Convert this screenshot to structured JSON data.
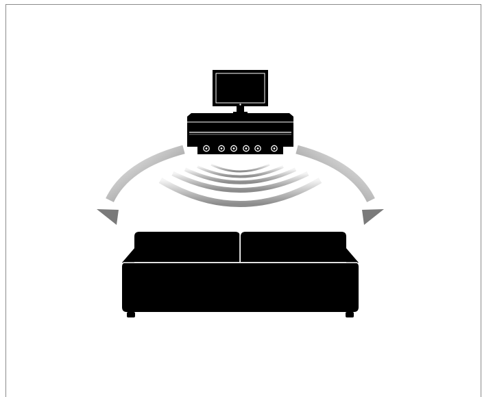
{
  "illustration": {
    "subject": "soundbar-surround-sound-setup",
    "icons": [
      "tv-icon",
      "soundbar-icon",
      "sound-wave-icon",
      "left-arrow-icon",
      "right-arrow-icon",
      "sofa-icon"
    ],
    "colors": {
      "background": "#ffffff",
      "frame": "#8a8a8a",
      "objects": "#000000",
      "highlight": "#ffffff",
      "wave_light": "#f2f2f2",
      "wave_dark": "#7a7a7a"
    },
    "speaker_driver_count": 6,
    "sound_wave_count": 5
  }
}
